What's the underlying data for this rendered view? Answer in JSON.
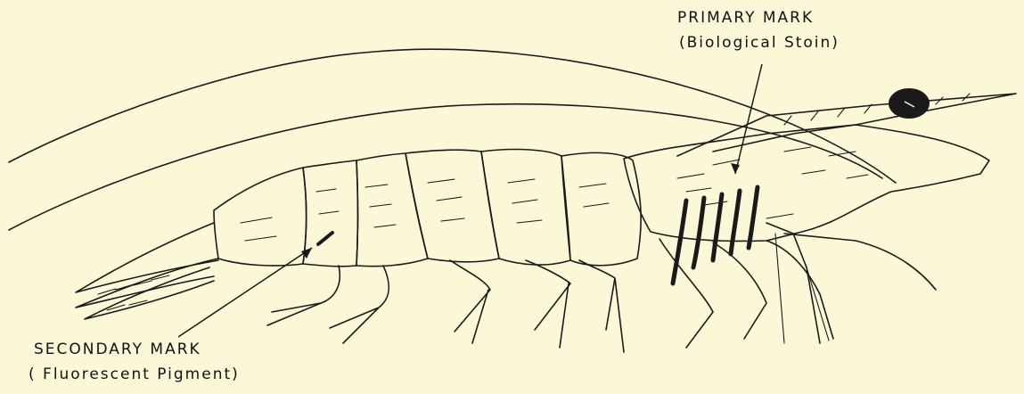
{
  "labels": {
    "primary_title": "PRIMARY MARK",
    "primary_sub": "(Biological Stoin)",
    "secondary_title": "SECONDARY MARK",
    "secondary_sub": "( Fluorescent Pigment)"
  },
  "colors": {
    "background": "#fbf8d8",
    "ink": "#1a1a1a"
  }
}
